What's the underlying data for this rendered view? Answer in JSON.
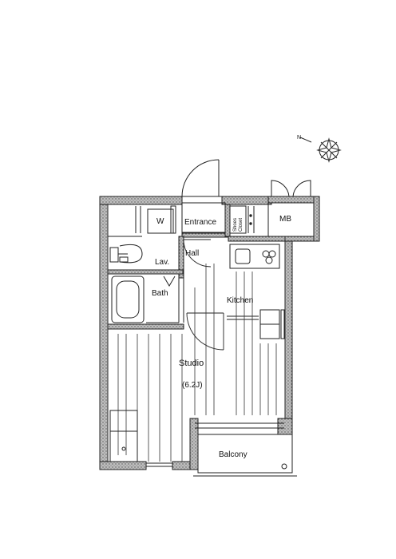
{
  "labels": {
    "w": "W",
    "entrance": "Entrance",
    "shoes_closet_line1": "Shoes",
    "shoes_closet_line2": "Closet",
    "mb": "MB",
    "hall": "Hall",
    "lav": "Lav.",
    "bath": "Bath",
    "kitchen": "Kitchen",
    "studio": "Studio",
    "studio_size": "(6.2J)",
    "balcony": "Balcony"
  },
  "compass": {
    "icon": "north-arrow-icon"
  }
}
